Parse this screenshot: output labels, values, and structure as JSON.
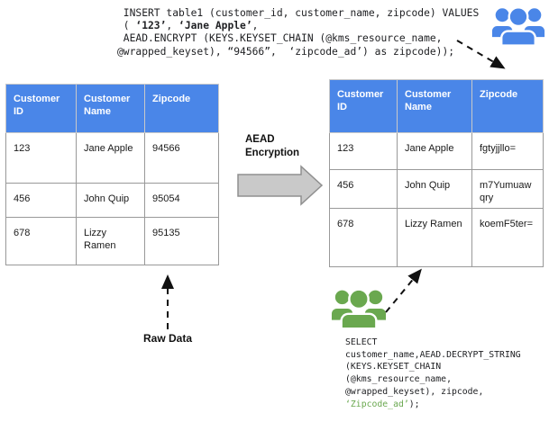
{
  "colors": {
    "table_header_blue": "#4a86e8",
    "users_icon_blue": "#4a86e8",
    "users_icon_green": "#6aa84f",
    "code_green": "#6aa84f",
    "block_arrow_gray": "#c9c9c9"
  },
  "insert_sql": {
    "line1": " INSERT table1 (customer_id, customer_name, zipcode) VALUES",
    "line2": {
      "prefix": " ( ",
      "bold1": "‘123’",
      "sep": ", ",
      "bold2": "‘Jane Apple’",
      "suffix": ","
    },
    "line3": " AEAD.ENCRYPT (KEYS.KEYSET_CHAIN (@kms_resource_name,",
    "line4": "@wrapped_keyset), “94566”,  ‘zipcode_ad’) as zipcode));"
  },
  "left_table": {
    "headers": [
      "Customer ID",
      "Customer Name",
      "Zipcode"
    ],
    "rows": [
      [
        "123",
        "Jane Apple",
        "94566"
      ],
      [
        "456",
        "John Quip",
        "95054"
      ],
      [
        "678",
        "Lizzy Ramen",
        "95135"
      ]
    ]
  },
  "right_table": {
    "headers": [
      "Customer ID",
      "Customer Name",
      "Zipcode"
    ],
    "rows": [
      [
        "123",
        "Jane Apple",
        "fgtyjjllo="
      ],
      [
        "456",
        "John Quip",
        "m7Yumuawqry"
      ],
      [
        "678",
        "Lizzy Ramen",
        "koemF5ter="
      ]
    ]
  },
  "aead_label": {
    "line1": "AEAD",
    "line2": "Encryption"
  },
  "raw_data_label": "Raw Data",
  "select_sql": {
    "line1": "SELECT",
    "line2": "customer_name,AEAD.DECRYPT_STRING",
    "line3": "(KEYS.KEYSET_CHAIN",
    "line4": "(@kms_resource_name,",
    "line5": "@wrapped_keyset), zipcode,",
    "line6_green": "‘Zipcode_ad’",
    "line6_end": ");"
  },
  "icons": {
    "top_right": "people-group-blue",
    "bottom_center": "people-group-green"
  }
}
